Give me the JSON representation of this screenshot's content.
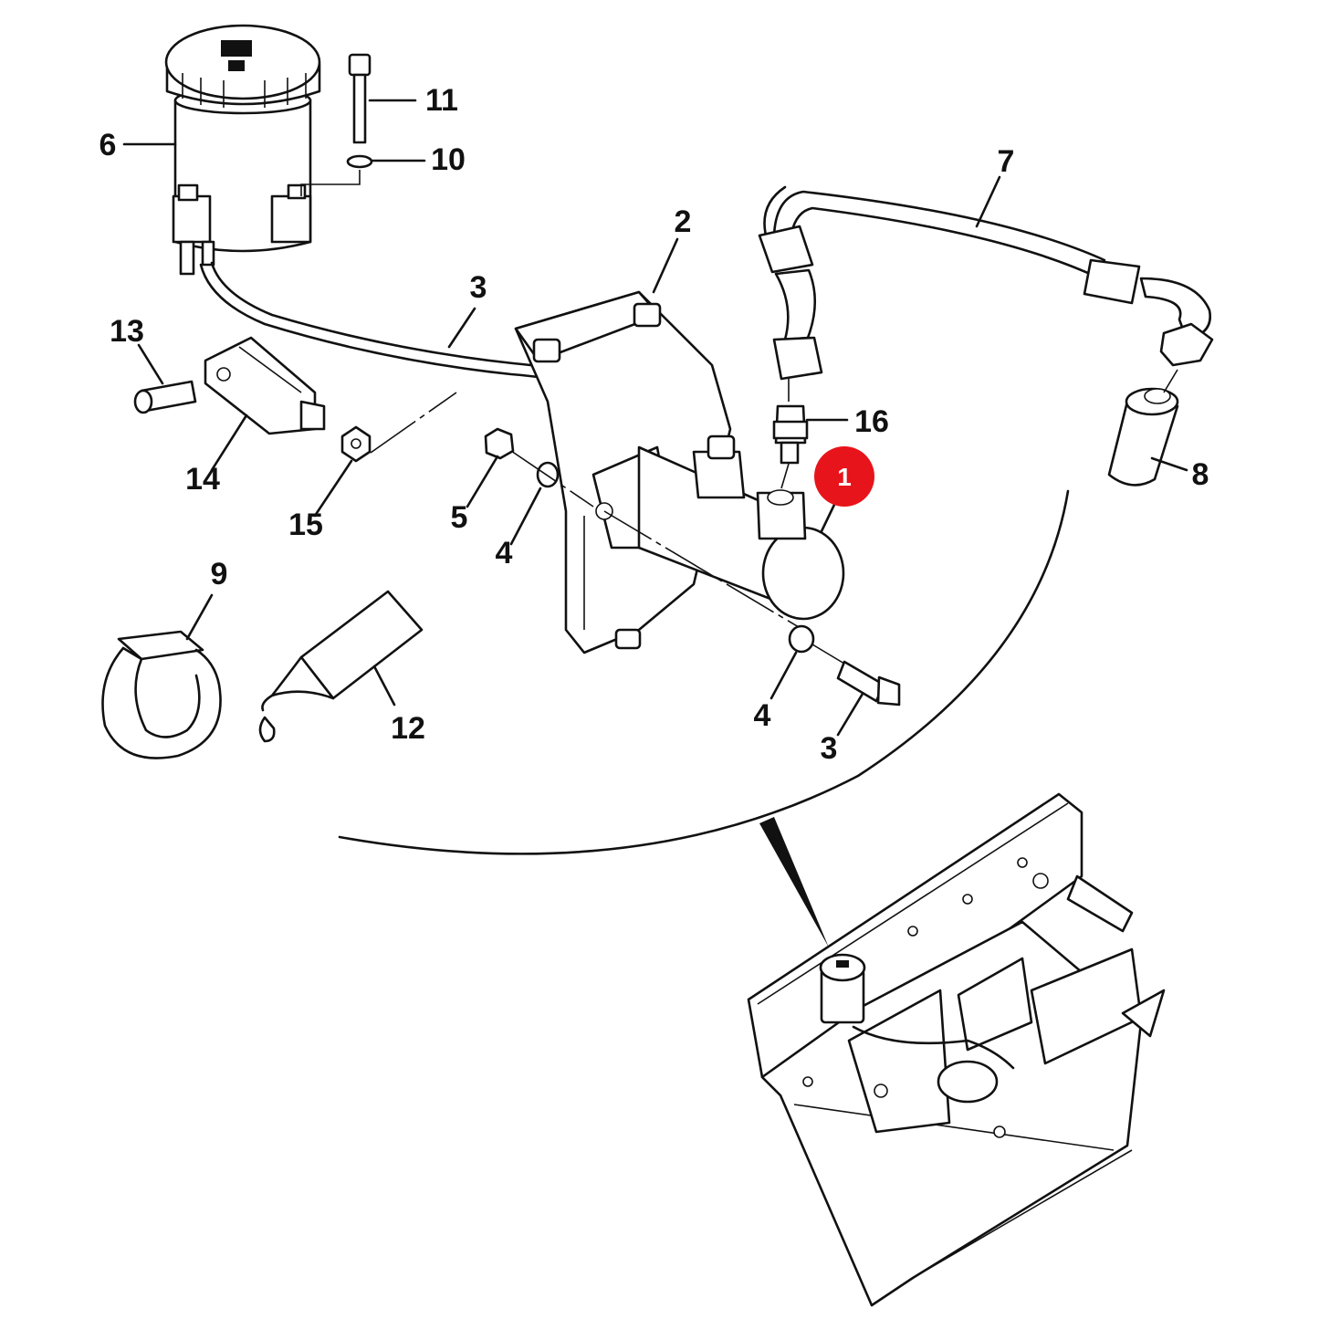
{
  "colors": {
    "line": "#111111",
    "background": "#ffffff",
    "highlight": "#e8141b",
    "highlight_text": "#ffffff"
  },
  "highlight": {
    "label": "1"
  },
  "callouts": {
    "c2": "2",
    "c3a": "3",
    "c3b": "3",
    "c4a": "4",
    "c4b": "4",
    "c5": "5",
    "c6": "6",
    "c7": "7",
    "c8": "8",
    "c9": "9",
    "c10": "10",
    "c11": "11",
    "c12": "12",
    "c13": "13",
    "c14": "14",
    "c15": "15",
    "c16": "16"
  }
}
